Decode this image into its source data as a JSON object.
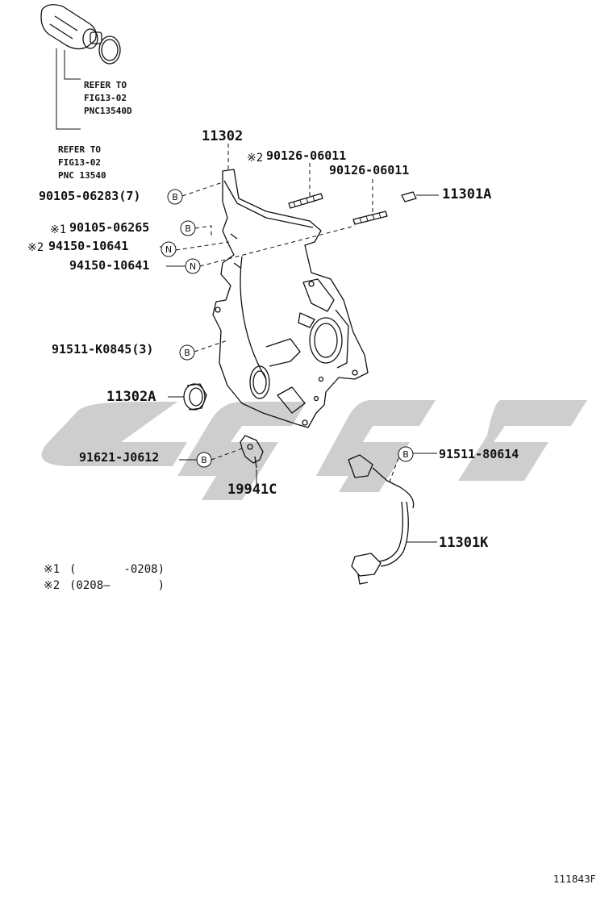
{
  "figure_code": "111843F",
  "refer_notes": [
    {
      "line1": "REFER TO",
      "line2": "FIG13-02",
      "line3": "PNC13540D"
    },
    {
      "line1": "REFER TO",
      "line2": "FIG13-02",
      "line3": "PNC 13540"
    }
  ],
  "callouts": {
    "c11302": "11302",
    "c90126_06011_m2": "90126-06011",
    "c90126_06011": "90126-06011",
    "c11301A": "11301A",
    "c90105_06283": "90105-06283(7)",
    "c90105_06265": "90105-06265",
    "c94150_10641_m2": "94150-10641",
    "c94150_10641": "94150-10641",
    "c91511_K0845": "91511-K0845(3)",
    "c11302A": "11302A",
    "c91621_J0612": "91621-J0612",
    "c19941C": "19941C",
    "c91511_80614": "91511-80614",
    "c11301K": "11301K"
  },
  "marks": {
    "mark1": "※1",
    "mark2": "※2"
  },
  "symbols": {
    "bolt": "B",
    "nut": "N"
  },
  "footnotes": [
    {
      "mark": "※1",
      "text": "(       -0208)"
    },
    {
      "mark": "※2",
      "text": "(0208–       )"
    }
  ],
  "colors": {
    "ink": "#111111",
    "watermark": "#bdbdbd"
  }
}
